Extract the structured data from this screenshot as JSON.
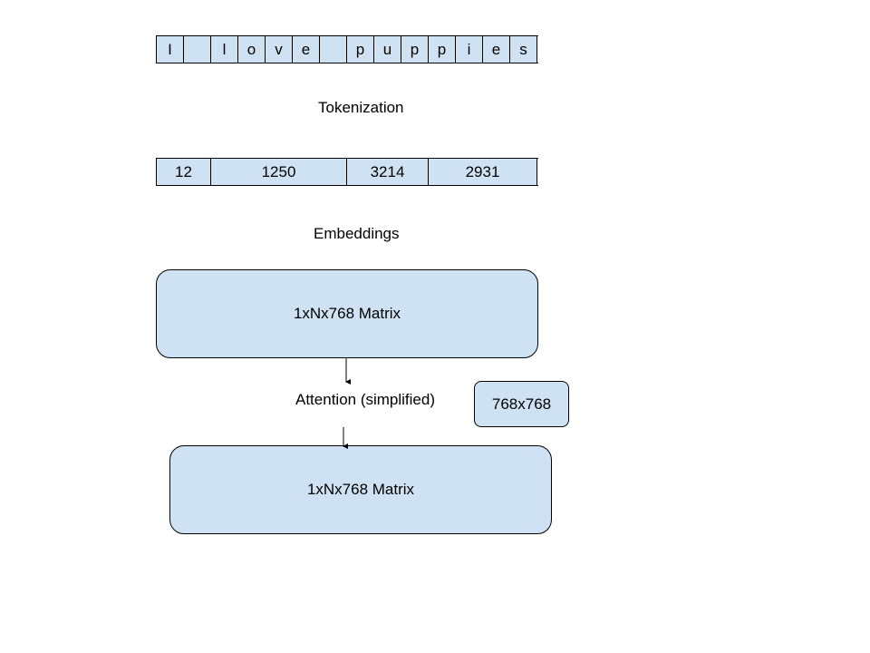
{
  "colors": {
    "fill": "#cfe2f3",
    "stroke": "#000000"
  },
  "characters": [
    "I",
    "",
    "l",
    "o",
    "v",
    "e",
    "",
    "p",
    "u",
    "p",
    "p",
    "i",
    "e",
    "s"
  ],
  "tokenization_label": "Tokenization",
  "tokens": [
    "12",
    "1250",
    "3214",
    "2931"
  ],
  "embeddings_label": "Embeddings",
  "input_matrix_label": "1xNx768 Matrix",
  "attention_label": "Attention (simplified)",
  "weight_matrix_label": "768x768",
  "output_matrix_label": "1xNx768 Matrix"
}
